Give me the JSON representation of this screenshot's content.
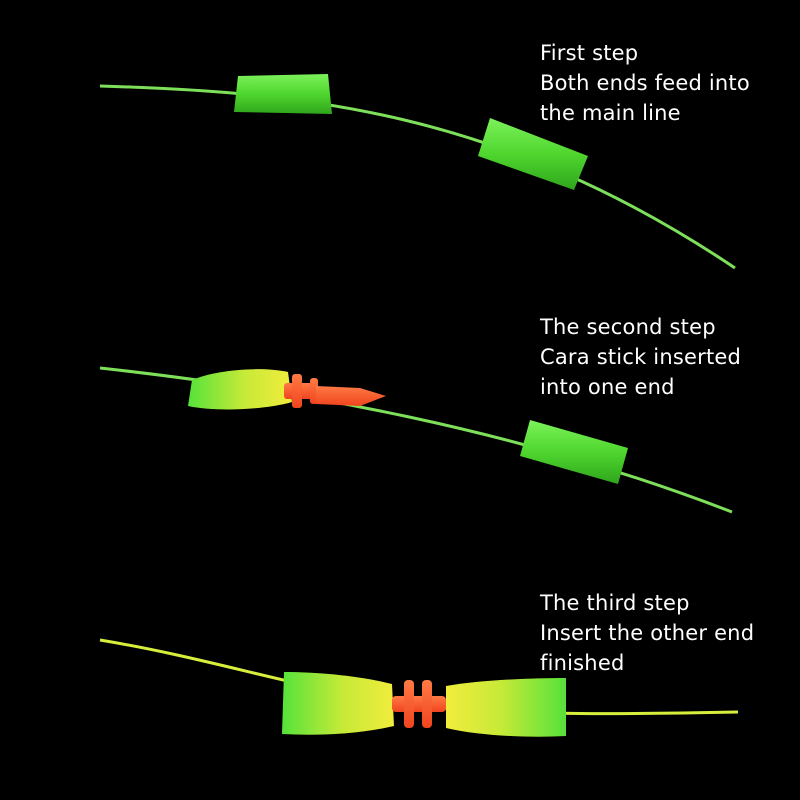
{
  "steps": [
    {
      "lines": [
        "First step",
        "Both ends feed into",
        "the main line"
      ]
    },
    {
      "lines": [
        "The second step",
        "Cara stick inserted",
        "into one end"
      ]
    },
    {
      "lines": [
        "The third step",
        "Insert the other end",
        "finished"
      ]
    }
  ],
  "colors": {
    "background": "#000000",
    "line": "#7ee05a",
    "stopper_green": "#5fe83a",
    "stopper_yellow": "#e6ef3c",
    "connector_orange": "#ff5a2a",
    "text": "#ffffff"
  }
}
